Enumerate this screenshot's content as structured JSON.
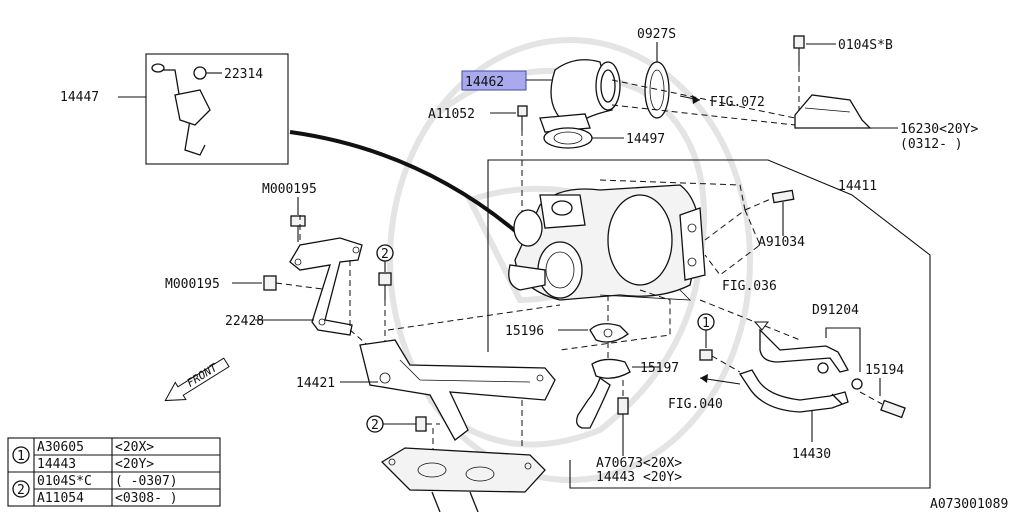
{
  "diagram": {
    "figure_code": "A073001089",
    "front_label": "FRONT",
    "highlighted_part": "14462",
    "labels": {
      "p14447": "14447",
      "p22314": "22314",
      "p14462": "14462",
      "p0927s": "0927S",
      "p0104sb": "0104S*B",
      "fig072": "FIG.072",
      "a11052": "A11052",
      "p14497": "14497",
      "p16230a": "16230<20Y>",
      "p16230b": "(0312-    )",
      "p14411": "14411",
      "m000195a": "M000195",
      "m000195b": "M000195",
      "a91034": "A91034",
      "fig036": "FIG.036",
      "d91204": "D91204",
      "p22428": "22428",
      "p15196": "15196",
      "p15197": "15197",
      "p15194": "15194",
      "p14421": "14421",
      "fig040": "FIG.040",
      "p14430": "14430",
      "a70673": "A70673<20X>",
      "p14443": "14443  <20Y>",
      "callout1": "1",
      "callout2": "2"
    },
    "legend": [
      {
        "num": "1",
        "rows": [
          [
            "A30605",
            "<20X>"
          ],
          [
            "14443",
            "<20Y>"
          ]
        ]
      },
      {
        "num": "2",
        "rows": [
          [
            "0104S*C",
            "(    -0307)"
          ],
          [
            "A11054",
            "<0308-    )"
          ]
        ]
      }
    ]
  }
}
